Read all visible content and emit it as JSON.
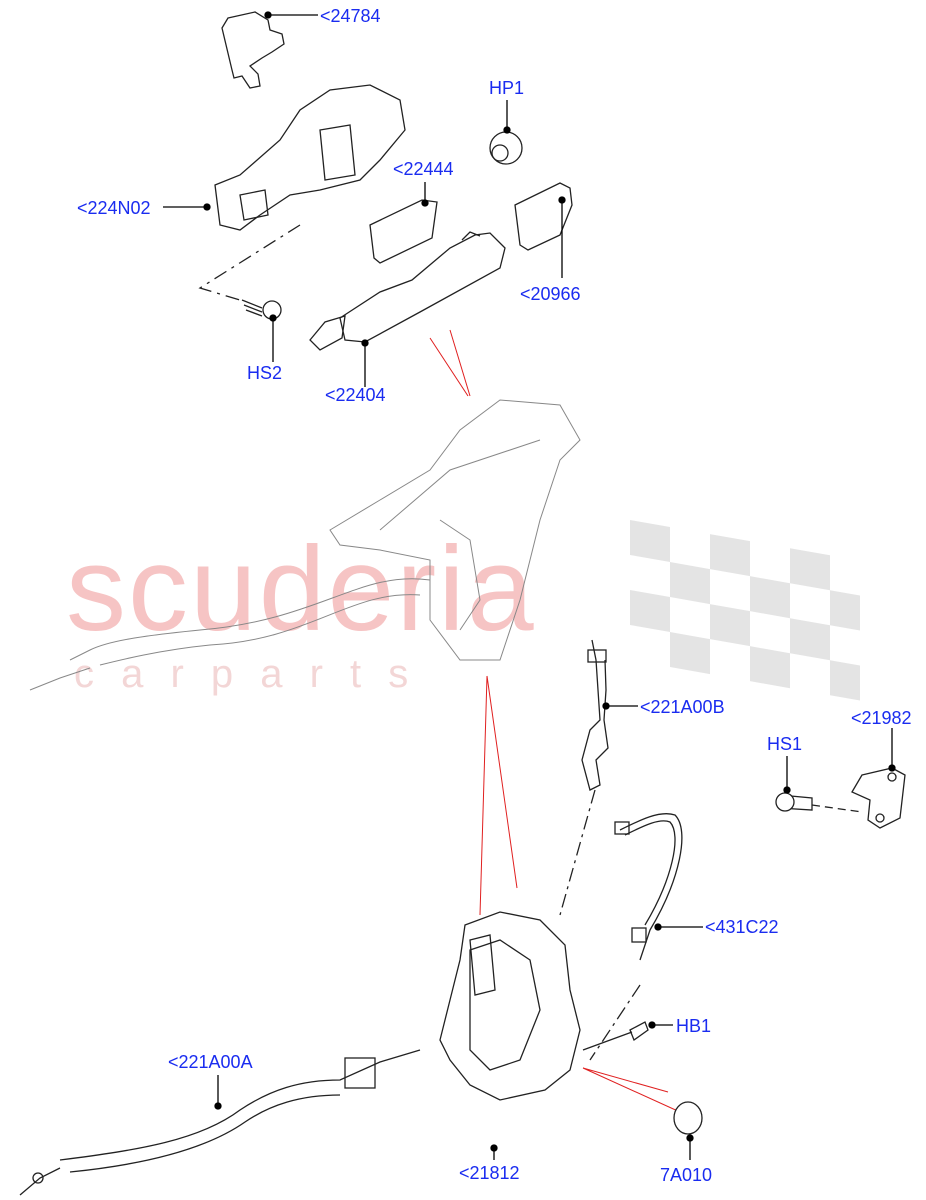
{
  "watermark": {
    "brand": "scuderia",
    "tagline": "c a r   p a r t s"
  },
  "colors": {
    "label": "#1a2cf0",
    "watermark": "#f6c4c4",
    "flag": "#d8d8d8",
    "guide_line": "#e02020",
    "part_line": "#222222"
  },
  "labels": {
    "p24784": "<24784",
    "hp1": "HP1",
    "p22444": "<22444",
    "p224n02": "<224N02",
    "p20966": "<20966",
    "hs2": "HS2",
    "p22404": "<22404",
    "p221a00b": "<221A00B",
    "p21982": "<21982",
    "hs1": "HS1",
    "p431c22": "<431C22",
    "hb1": "HB1",
    "p221a00a": "<221A00A",
    "p21812": "<21812",
    "p7a010": "7A010"
  }
}
